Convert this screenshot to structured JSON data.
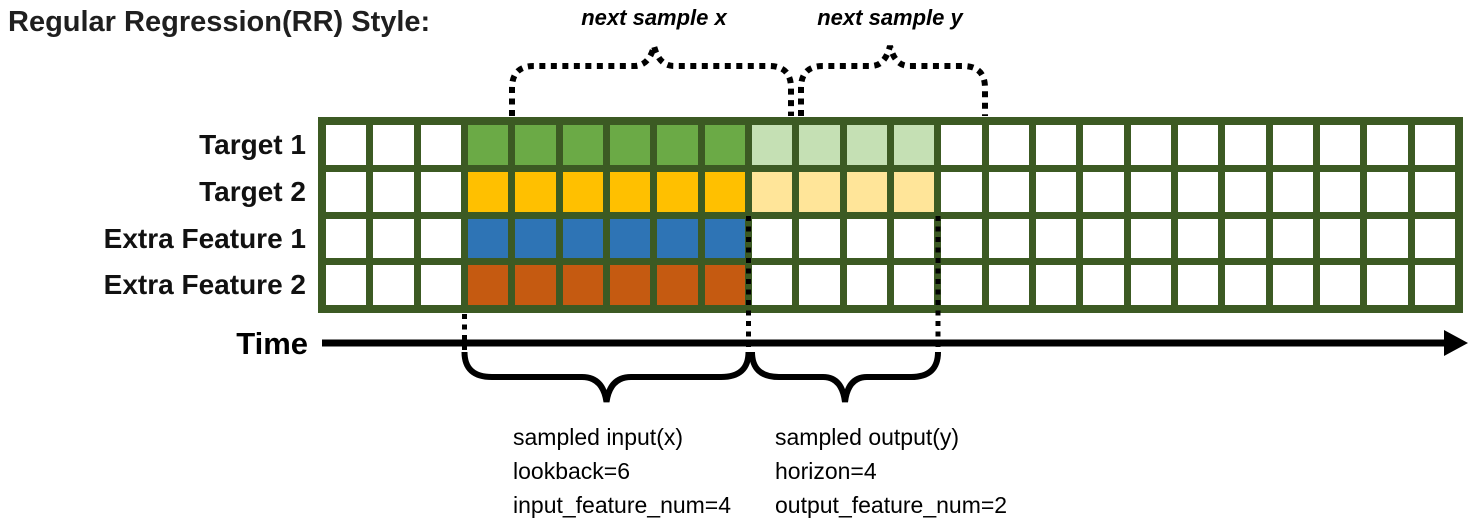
{
  "title": "Regular Regression(RR) Style:",
  "top_annotations": {
    "next_sample_x": "next sample x",
    "next_sample_y": "next sample y"
  },
  "axis": {
    "time_label": "Time"
  },
  "grid": {
    "columns": 24,
    "rows_count": 4,
    "input_start_col": 4,
    "input_end_col": 9,
    "output_start_col": 10,
    "output_end_col": 13,
    "rows": [
      {
        "label": "Target 1",
        "input_color": "#6BAA46",
        "output_color": "#C5E0B4"
      },
      {
        "label": "Target 2",
        "input_color": "#FFC000",
        "output_color": "#FFE599"
      },
      {
        "label": "Extra Feature 1",
        "input_color": "#2E74B5",
        "output_color": null
      },
      {
        "label": "Extra Feature 2",
        "input_color": "#C55A11",
        "output_color": null
      }
    ]
  },
  "bottom_annotations": {
    "input": {
      "lines": [
        "sampled input(x)",
        "lookback=6",
        "input_feature_num=4"
      ]
    },
    "output": {
      "lines": [
        "sampled output(y)",
        "horizon=4",
        "output_feature_num=2"
      ]
    }
  },
  "colors": {
    "grid_line": "#3C5A23",
    "empty_cell": "#FFFFFF",
    "annotation": "#000000"
  }
}
